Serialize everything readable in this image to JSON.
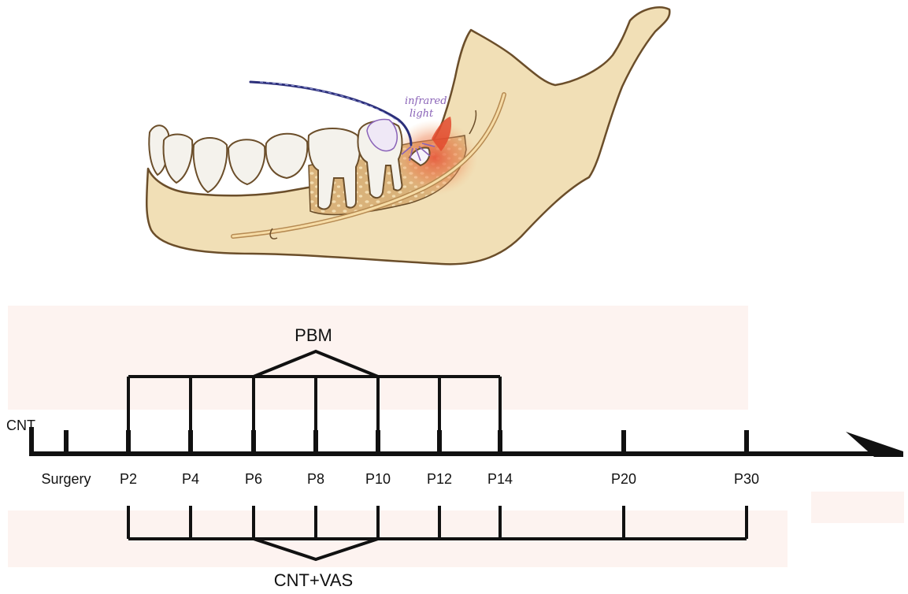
{
  "illustration": {
    "annotation_line1": "infrared",
    "annotation_line2": "light"
  },
  "timeline": {
    "start_label": "CNT",
    "upper_group_label": "PBM",
    "lower_group_label": "CNT+VAS",
    "ticks": [
      "Surgery",
      "P2",
      "P4",
      "P6",
      "P8",
      "P10",
      "P12",
      "P14",
      "P20",
      "P30"
    ],
    "upper_bracket_ticks": [
      "P2",
      "P4",
      "P6",
      "P8",
      "P10",
      "P12",
      "P14"
    ],
    "lower_bracket_ticks": [
      "P2",
      "P4",
      "P6",
      "P8",
      "P10",
      "P12",
      "P14",
      "P20",
      "P30"
    ]
  },
  "colors": {
    "bone": "#f1dfb6",
    "bone_outline": "#6b4e2a",
    "tooth": "#f4f2ec",
    "nerve": "#f3d39b",
    "laser_fiber": "#2c2f7a",
    "light_rays": "#8a63b8",
    "inflammation": "#e85c3c",
    "timeline": "#111111",
    "band": "#fdf3f0"
  }
}
